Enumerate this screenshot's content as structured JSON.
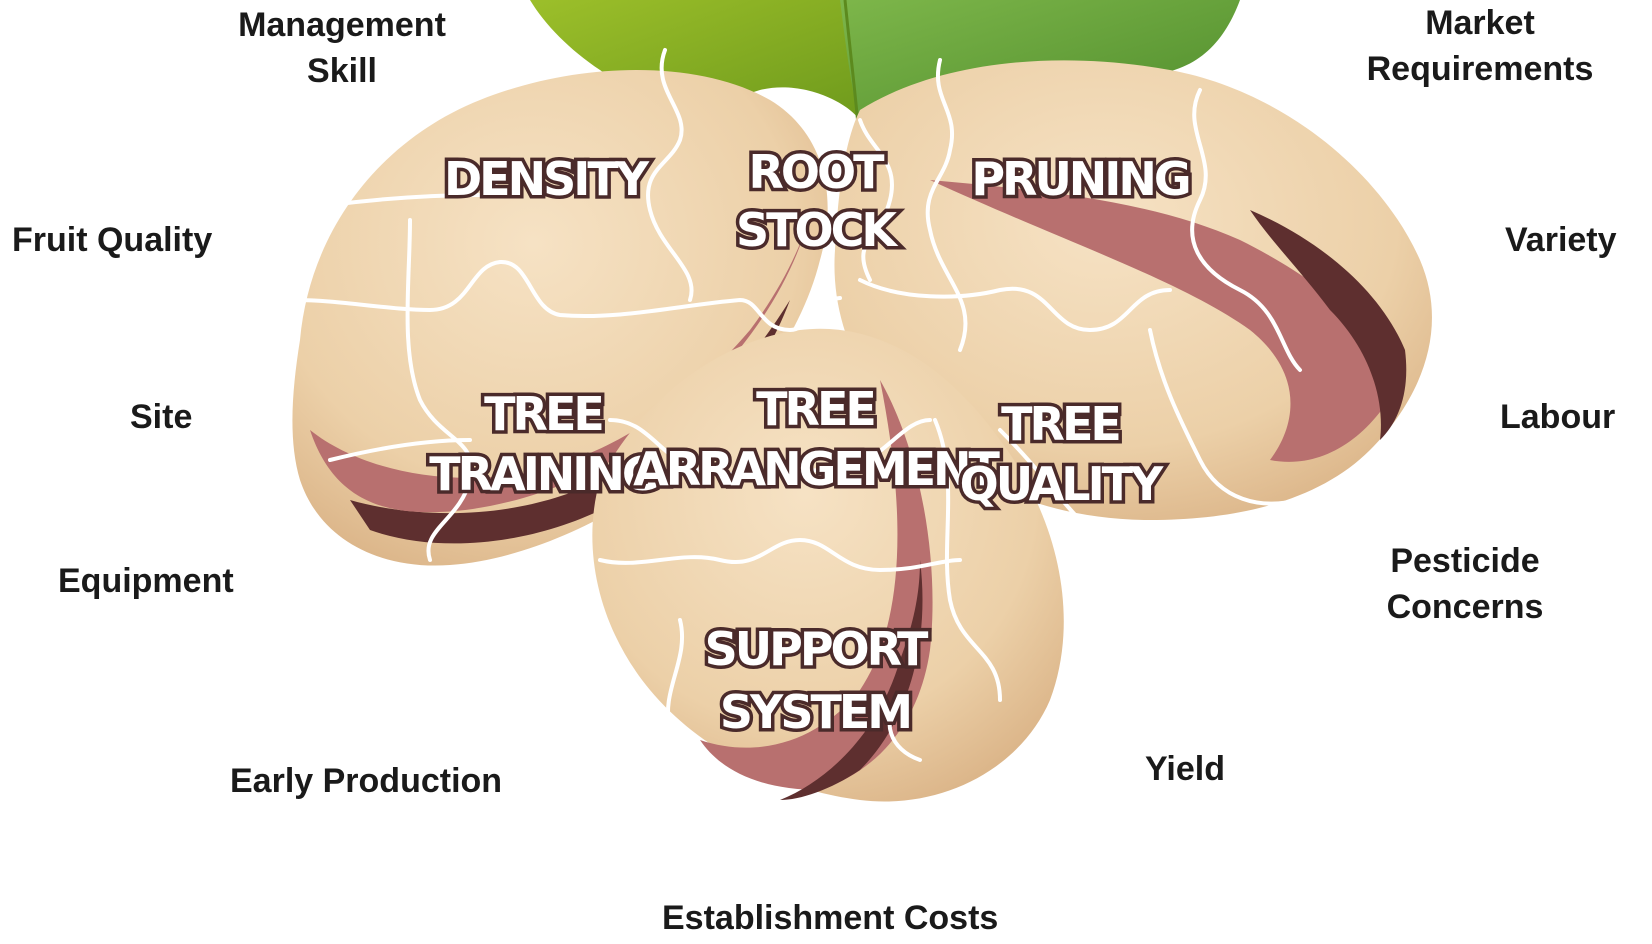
{
  "pieces": {
    "density": [
      "DENSITY"
    ],
    "root_stock": [
      "ROOT",
      "STOCK"
    ],
    "pruning": [
      "PRUNING"
    ],
    "tree_training": [
      "TREE",
      "TRAINING"
    ],
    "tree_arrangement": [
      "TREE",
      "ARRANGEMENT"
    ],
    "tree_quality": [
      "TREE",
      "QUALITY"
    ],
    "support_system": [
      "SUPPORT",
      "SYSTEM"
    ]
  },
  "factors": {
    "management_skill": [
      "Management",
      "Skill"
    ],
    "market_requirements": [
      "Market",
      "Requirements"
    ],
    "fruit_quality": "Fruit Quality",
    "variety": "Variety",
    "site": "Site",
    "labour": "Labour",
    "equipment": "Equipment",
    "pesticide_concerns": [
      "Pesticide",
      "Concerns"
    ],
    "early_production": "Early Production",
    "yield": "Yield",
    "establishment_costs": "Establishment Costs"
  },
  "colors": {
    "shell": "#eed2ad",
    "shell_shade": "#dcb98f",
    "kernel": "#b8706f",
    "kernel_dark": "#5e2f2f",
    "leaf_left": "#8aad22",
    "leaf_right": "#6fa43a",
    "puzzle_line": "#ffffff"
  }
}
